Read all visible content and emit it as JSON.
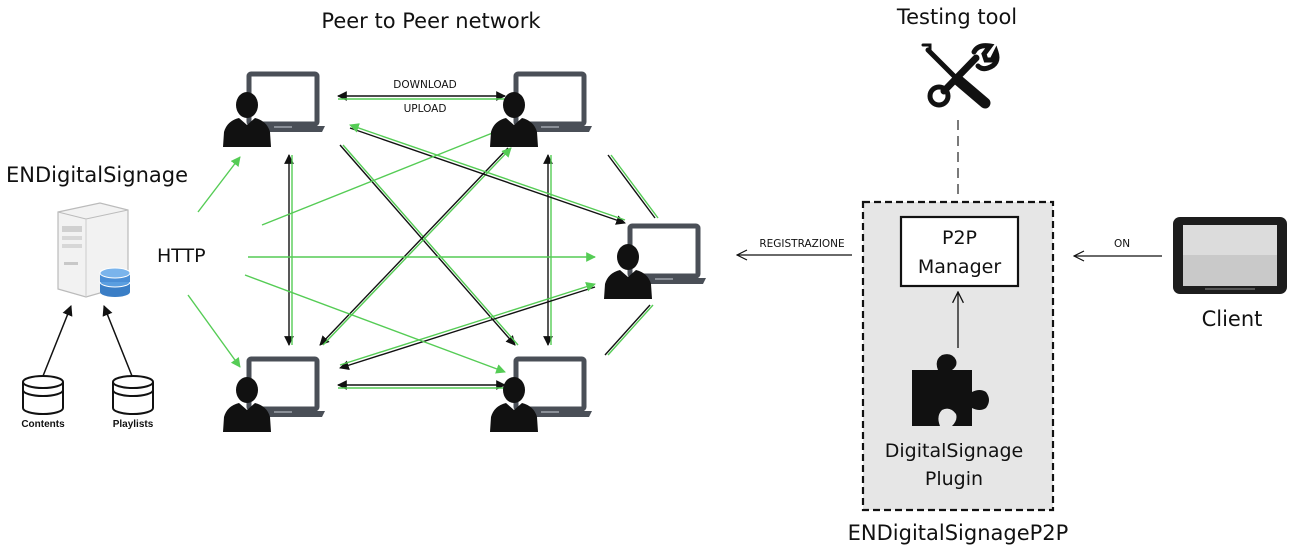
{
  "p2p_title": "Peer to Peer network",
  "download_label": "DOWNLOAD",
  "upload_label": "UPLOAD",
  "server_title": "ENDigitalSignage",
  "http_label": "HTTP",
  "contents_label": "Contents",
  "playlists_label": "Playlists",
  "testing_tool_title": "Testing tool",
  "p2p_manager_line1": "P2P",
  "p2p_manager_line2": "Manager",
  "plugin_line1": "DigitalSignage",
  "plugin_line2": "Plugin",
  "module_title": "ENDigitalSignageP2P",
  "registration_label": "REGISTRAZIONE",
  "on_label": "ON",
  "client_label": "Client",
  "colors": {
    "green": "#55cc55",
    "black": "#111111",
    "panel": "#e6e6e6"
  },
  "icons": [
    "laptop-user-icon",
    "server-icon",
    "database-icon",
    "tools-icon",
    "puzzle-icon",
    "tablet-icon"
  ]
}
